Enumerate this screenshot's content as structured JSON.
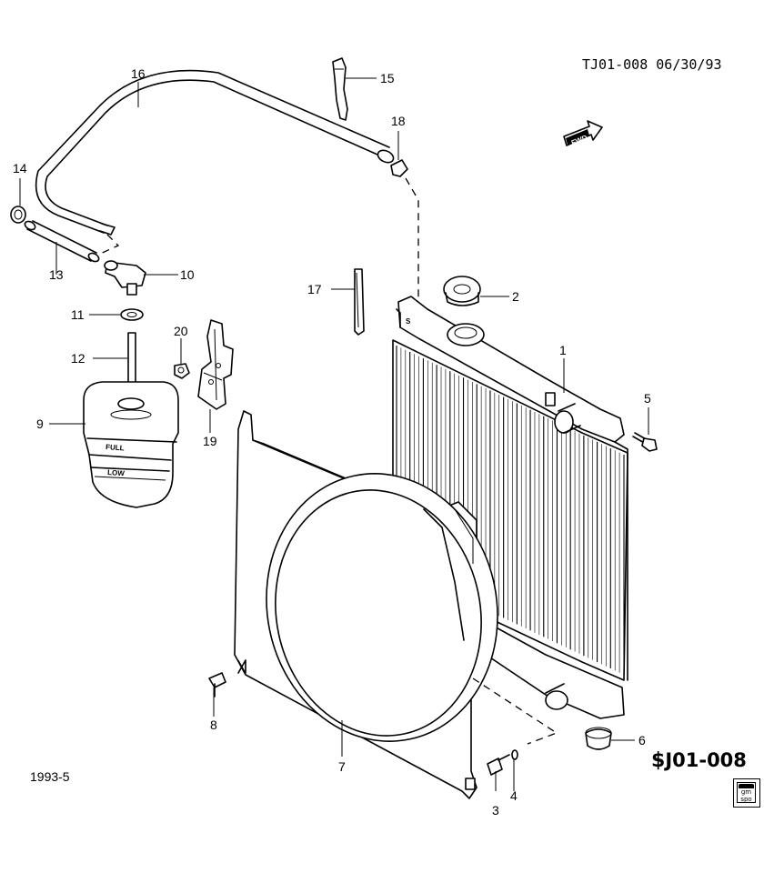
{
  "header": {
    "drawing_ref": "TJ01-008 06/30/93"
  },
  "footer": {
    "date_code": "1993-5",
    "section_code": "J01-008"
  },
  "direction_arrow": {
    "label": "FWD",
    "icon": "fwd-arrow-icon"
  },
  "logo": {
    "line1": "gm",
    "line2": "spo",
    "icon": "gm-spo-logo-icon"
  },
  "brand_icon": "suzuki-s-icon",
  "reservoir_marks": {
    "full": "FULL",
    "low": "LOW"
  },
  "radiator_tag": "S",
  "callouts": {
    "c1": "1",
    "c2": "2",
    "c3": "3",
    "c4": "4",
    "c5": "5",
    "c6": "6",
    "c7": "7",
    "c8": "8",
    "c9": "9",
    "c10": "10",
    "c11": "11",
    "c12": "12",
    "c13": "13",
    "c14": "14",
    "c15": "15",
    "c16": "16",
    "c17": "17",
    "c18": "18",
    "c19": "19",
    "c20": "20"
  }
}
